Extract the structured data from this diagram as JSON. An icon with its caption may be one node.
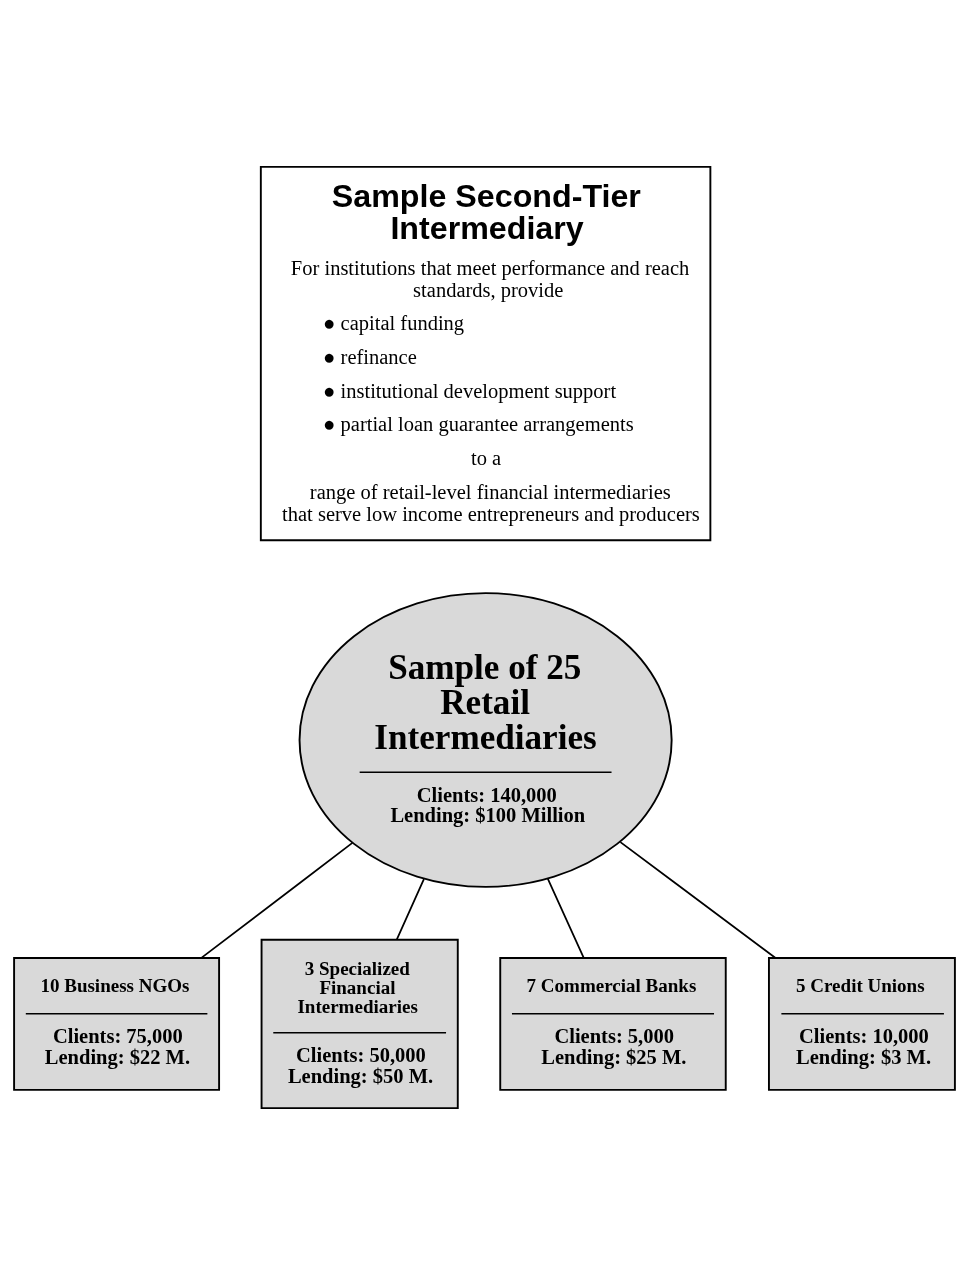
{
  "diagram": {
    "nodes": [
      {
        "text": [
          "Sample Second-Tier Intermediary",
          "For institutions that meet performance and reach standards, provide",
          "● capital funding",
          "● refinance",
          "● institutional development support",
          "● partial loan guarantee arrangements",
          "to a",
          "range of retail-level financial intermediaries that serve low income entrepreneurs and producers"
        ]
      },
      {
        "text": [
          "Sample of 25 Retail Intermediaries",
          "Clients: 140,000",
          "Lending: $100 Million"
        ]
      },
      {
        "text": [
          "10 Business NGOs",
          "Clients: 75,000",
          "Lending: $22 M."
        ]
      },
      {
        "text": [
          "3 Specialized Financial Intermediaries",
          "Clients: 50,000",
          "Lending: $50 M."
        ]
      },
      {
        "text": [
          "7 Commercial Banks",
          "Clients: 5,000",
          "Lending: $25 M."
        ]
      },
      {
        "text": [
          "5 Credit Unions",
          "Clients: 10,000",
          "Lending: $3 M."
        ]
      }
    ],
    "edges": [
      {
        "from": 1,
        "to": 2,
        "arrow": "none"
      },
      {
        "from": 1,
        "to": 3,
        "arrow": "none"
      },
      {
        "from": 1,
        "to": 5,
        "arrow": "none"
      },
      {
        "from": 1,
        "to": 4,
        "arrow": "none"
      }
    ]
  }
}
